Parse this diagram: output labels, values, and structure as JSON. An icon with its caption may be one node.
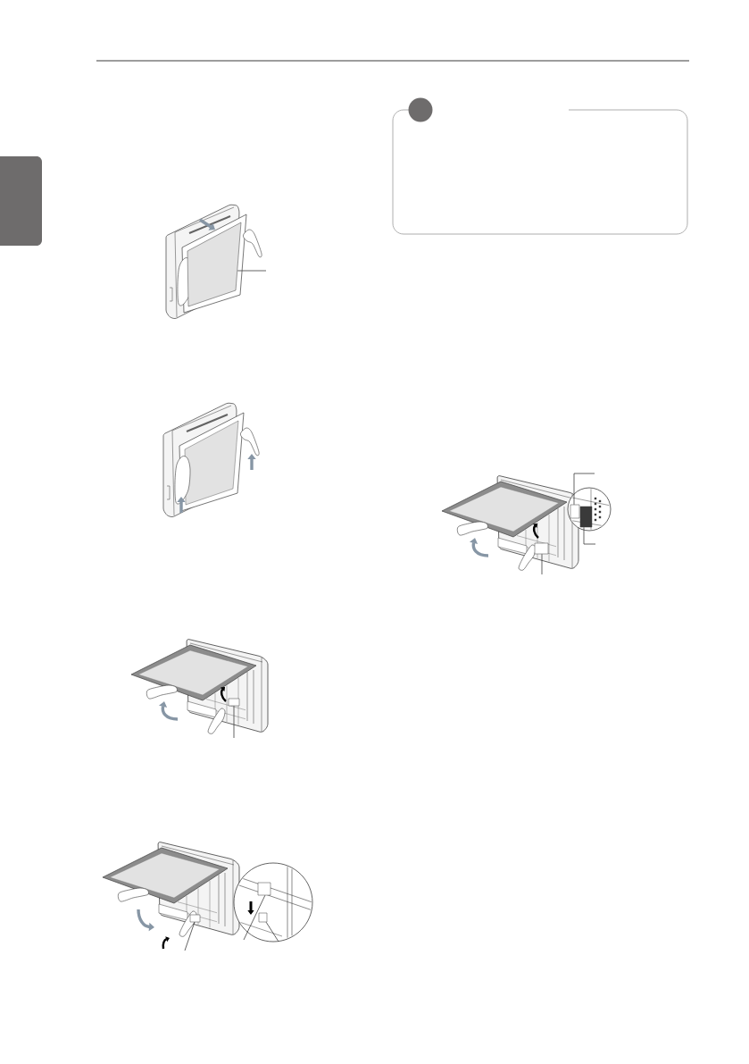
{
  "diagram": {
    "nodes": [
      {
        "text": [],
        "shape": "picture"
      },
      {
        "text": [],
        "shape": "box",
        "in": 0
      },
      {
        "text": [],
        "shape": "picture"
      },
      {
        "text": [],
        "shape": "picture"
      },
      {
        "text": [],
        "shape": "box",
        "in": 3
      },
      {
        "text": [],
        "shape": "picture"
      },
      {
        "text": [],
        "shape": "box",
        "in": 5
      },
      {
        "text": [],
        "shape": "circle"
      },
      {
        "text": [],
        "shape": "box",
        "in": 7
      },
      {
        "text": [],
        "shape": "box",
        "in": 7
      },
      {
        "text": [],
        "shape": "box"
      },
      {
        "text": [],
        "shape": "picture"
      },
      {
        "text": [],
        "shape": "circle"
      },
      {
        "text": [],
        "shape": "box"
      },
      {
        "text": [],
        "shape": "box",
        "in": 12
      },
      {
        "text": [],
        "shape": "box",
        "in": 11
      },
      {
        "text": [],
        "shape": "box"
      }
    ],
    "edges": [
      {
        "from": null,
        "to": 1,
        "arrow": "none"
      },
      {
        "from": null,
        "to": 4,
        "arrow": "none"
      },
      {
        "from": null,
        "to": 6,
        "arrow": "none"
      },
      {
        "from": null,
        "to": 8,
        "arrow": "none"
      },
      {
        "from": null,
        "to": 9,
        "arrow": "none"
      },
      {
        "from": null,
        "to": 13,
        "arrow": "none"
      },
      {
        "from": null,
        "to": 14,
        "arrow": "none"
      },
      {
        "from": null,
        "to": 15,
        "arrow": "none"
      }
    ]
  }
}
